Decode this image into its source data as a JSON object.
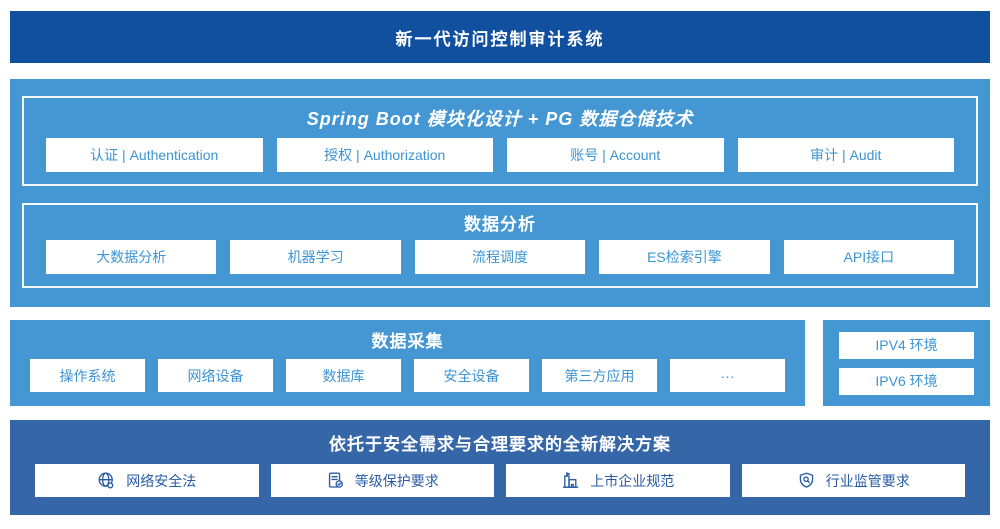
{
  "colors": {
    "banner_bg": "#11509F",
    "section_bg": "#4597D4",
    "solution_bg": "#3566A7",
    "box_text_blue": "#3D94D3",
    "solution_text_blue": "#2A5CA4",
    "white": "#FFFFFF"
  },
  "banner": {
    "title": "新一代访问控制审计系统"
  },
  "platform": {
    "modules_title": "Spring Boot 模块化设计 + PG 数据仓储技术",
    "modules": [
      "认证 | Authentication",
      "授权 | Authorization",
      "账号 | Account",
      "审计 | Audit"
    ],
    "analysis_title": "数据分析",
    "analysis_items": [
      "大数据分析",
      "机器学习",
      "流程调度",
      "ES检索引擎",
      "API接口"
    ]
  },
  "collection": {
    "title": "数据采集",
    "items": [
      "操作系统",
      "网络设备",
      "数据库",
      "安全设备",
      "第三方应用",
      "···"
    ]
  },
  "environment": {
    "items": [
      "IPV4 环境",
      "IPV6 环境"
    ]
  },
  "solution": {
    "title": "依托于安全需求与合理要求的全新解决方案",
    "items": [
      {
        "icon": "globe-network-icon",
        "label": "网络安全法"
      },
      {
        "icon": "document-check-icon",
        "label": "等级保护要求"
      },
      {
        "icon": "building-icon",
        "label": "上市企业规范"
      },
      {
        "icon": "shield-search-icon",
        "label": "行业监管要求"
      }
    ]
  }
}
